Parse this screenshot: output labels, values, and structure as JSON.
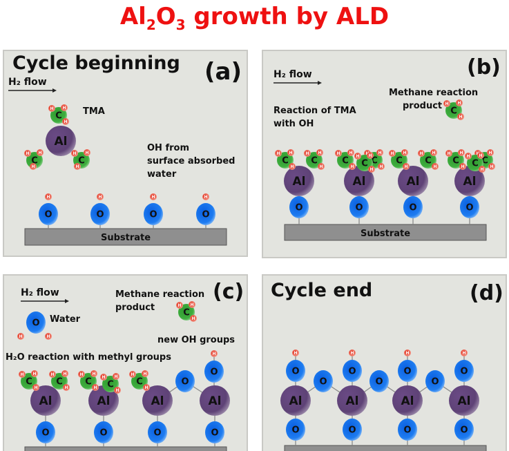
{
  "title": {
    "prefix": "Al",
    "sub1": "2",
    "mid": "O",
    "sub2": "3",
    "suffix": " growth by ALD"
  },
  "atom_labels": {
    "al": "Al",
    "o": "O",
    "c": "C",
    "h": "H"
  },
  "colors": {
    "title": "#ee1111",
    "panel_bg": "#e3e4df",
    "substrate": "#8f8f8f",
    "al": "#6e4f86",
    "o": "#1e7cf0",
    "c": "#3aa63a",
    "h": "#e8402a"
  },
  "common": {
    "h2_flow": "H₂ flow",
    "substrate": "Substrate"
  },
  "panel_a": {
    "heading": "Cycle beginning",
    "tag": "(a)",
    "tma": "TMA",
    "oh_line1": "OH from",
    "oh_line2": "surface absorbed",
    "oh_line3": "water"
  },
  "panel_b": {
    "tag": "(b)",
    "methane_line1": "Methane reaction",
    "methane_line2": "product",
    "reaction_line1": "Reaction of TMA",
    "reaction_line2": "with OH"
  },
  "panel_c": {
    "tag": "(c)",
    "methane_line1": "Methane reaction",
    "methane_line2": "product",
    "water": "Water",
    "new_oh": "new OH groups",
    "h2o_reaction": "H₂O reaction with methyl groups"
  },
  "panel_d": {
    "heading": "Cycle end",
    "tag": "(d)"
  }
}
